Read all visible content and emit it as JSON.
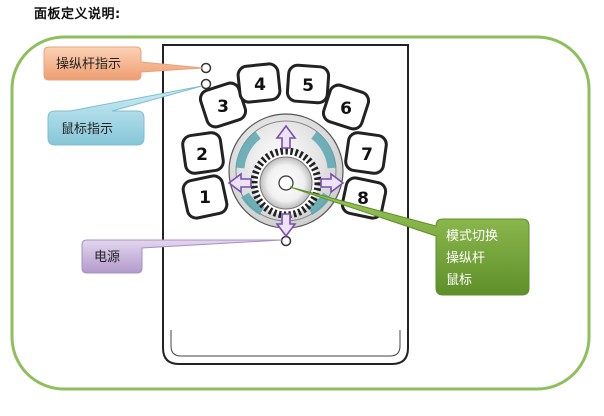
{
  "heading": "面板定义说明:",
  "callouts": {
    "joystick_indicator": "操纵杆指示",
    "mouse_indicator": "鼠标指示",
    "power": "电源",
    "mode_switch": {
      "line1": "模式切换",
      "line2": "操纵杆",
      "line3": "鼠标"
    }
  },
  "buttons": [
    "1",
    "2",
    "3",
    "4",
    "5",
    "6",
    "7",
    "8"
  ],
  "colors": {
    "frame_green": "#8dc05a",
    "joystick_callout": "#f5b68f",
    "mouse_callout": "#a9dbe8",
    "power_callout": "#c9b4dc",
    "mode_callout": "#7cab3c",
    "arrow_purple": "#7b4fb0",
    "ring_teal": "#5aa6b0"
  }
}
